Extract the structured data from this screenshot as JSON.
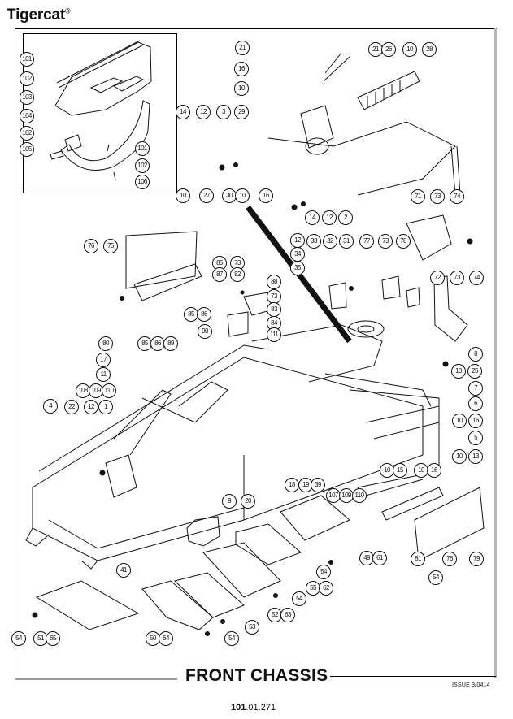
{
  "header": {
    "brand": "Tigercat",
    "registered_mark": "®"
  },
  "footer": {
    "title": "FRONT CHASSIS",
    "issue": "ISSUE 3/0414",
    "page_bold": "101",
    "page_rest": ".01.271"
  },
  "inset_callouts": [
    "101",
    "102",
    "103",
    "104",
    "102",
    "105",
    "101",
    "102",
    "106"
  ],
  "callouts": [
    "21",
    "21",
    "26",
    "10",
    "28",
    "16",
    "10",
    "14",
    "12",
    "3",
    "29",
    "10",
    "27",
    "30",
    "10",
    "16",
    "14",
    "12",
    "2",
    "71",
    "73",
    "74",
    "12",
    "34",
    "35",
    "33",
    "32",
    "31",
    "77",
    "73",
    "78",
    "76",
    "75",
    "85",
    "87",
    "73",
    "82",
    "88",
    "73",
    "83",
    "85",
    "86",
    "84",
    "90",
    "111",
    "80",
    "85",
    "86",
    "89",
    "72",
    "73",
    "74",
    "17",
    "8",
    "11",
    "10",
    "25",
    "108",
    "109",
    "110",
    "7",
    "4",
    "22",
    "12",
    "1",
    "6",
    "10",
    "16",
    "5",
    "10",
    "13",
    "9",
    "20",
    "18",
    "19",
    "39",
    "107",
    "109",
    "110",
    "10",
    "15",
    "10",
    "16",
    "41",
    "49",
    "61",
    "81",
    "76",
    "79",
    "54",
    "55",
    "62",
    "54",
    "52",
    "63",
    "53",
    "54",
    "54",
    "51",
    "65",
    "50",
    "64",
    "54"
  ]
}
